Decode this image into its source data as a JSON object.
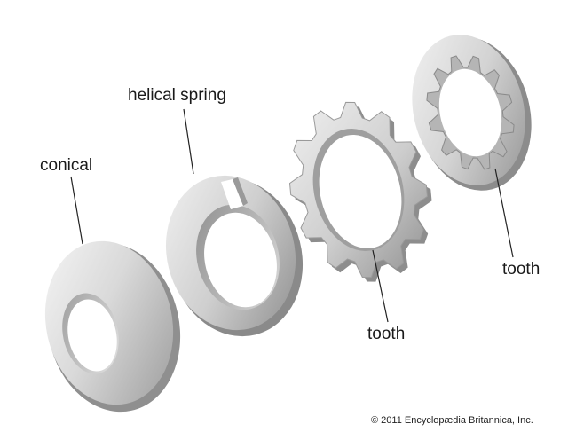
{
  "labels": {
    "conical": "conical",
    "helical": "helical spring",
    "tooth_external": "tooth",
    "tooth_internal": "tooth"
  },
  "credit": "© 2011 Encyclopædia Britannica, Inc.",
  "colors": {
    "metal_light": "#eeeeee",
    "metal_mid": "#c4c4c4",
    "metal_dark": "#8a8a8a",
    "leader": "#222222"
  }
}
